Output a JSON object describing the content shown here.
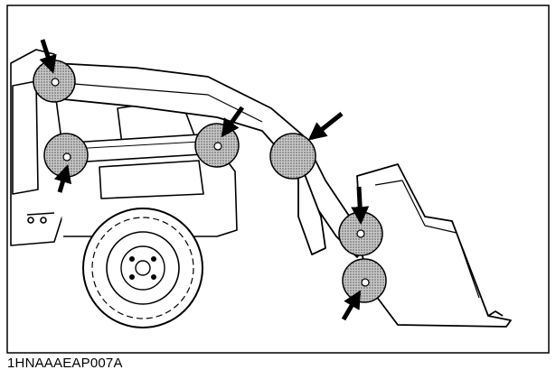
{
  "figure": {
    "caption": "1HNAAAEAP007A"
  },
  "lubrication_points": [
    {
      "id": "boom-upper-pivot"
    },
    {
      "id": "lift-cylinder-base"
    },
    {
      "id": "lift-cylinder-rod"
    },
    {
      "id": "boom-bend"
    },
    {
      "id": "bucket-upper-pivot"
    },
    {
      "id": "bucket-lower-pivot"
    }
  ],
  "colors": {
    "line": "#000000",
    "shade": "#9a9a9a",
    "background": "#ffffff"
  }
}
